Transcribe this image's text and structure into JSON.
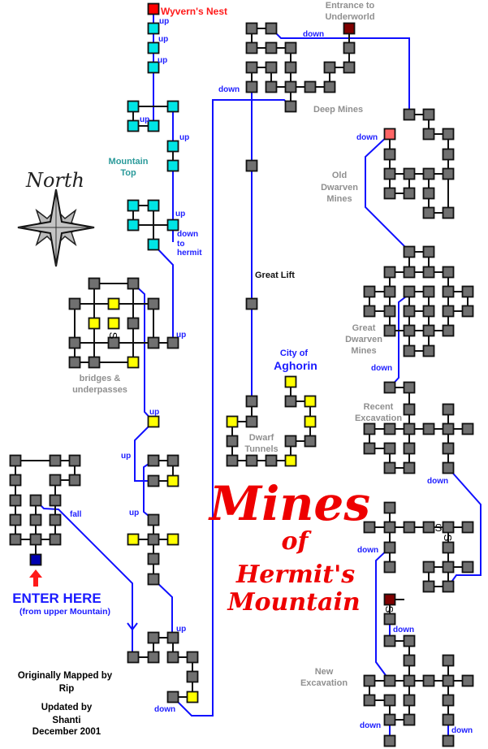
{
  "map": {
    "title_line1": "Mines",
    "title_line2": "of",
    "title_line3": "Hermit's",
    "title_line4": "Mountain",
    "compass_label": "North",
    "places": {
      "wyverns_nest": "Wyvern's Nest",
      "entrance_line1": "Entrance to",
      "entrance_line2": "Underworld",
      "deep_mines": "Deep Mines",
      "mountain_top_line1": "Mountain",
      "mountain_top_line2": "Top",
      "old_line1": "Old",
      "old_line2": "Dwarven",
      "old_line3": "Mines",
      "great_lift": "Great Lift",
      "city_line1": "City of",
      "city_line2": "Aghorin",
      "great_line1": "Great",
      "great_line2": "Dwarven",
      "great_line3": "Mines",
      "bridges_line1": "bridges &",
      "bridges_line2": "underpasses",
      "recent_line1": "Recent",
      "recent_line2": "Excavation",
      "dwarf_line1": "Dwarf",
      "dwarf_line2": "Tunnels",
      "new_line1": "New",
      "new_line2": "Excavation"
    },
    "directions": {
      "up": "up",
      "down": "down",
      "to": "to",
      "hermit": "hermit",
      "fall": "fall"
    },
    "secret_marker": "S",
    "entry": {
      "label": "ENTER HERE",
      "sub": "(from upper Mountain)"
    },
    "credits": {
      "line1": "Originally Mapped by",
      "line2": "Rip",
      "line3": "Updated by",
      "line4": "Shanti",
      "line5": "December 2001"
    },
    "colors": {
      "room": "#707070",
      "mountain_room": "#00e5e5",
      "special_room": "#ffff00",
      "wyvern_room": "#ff0000",
      "underworld_room": "#800000",
      "down_room": "#ff6666",
      "entry_room": "#0000b0",
      "exit_path": "#1010ff",
      "title": "#ee0000"
    }
  }
}
